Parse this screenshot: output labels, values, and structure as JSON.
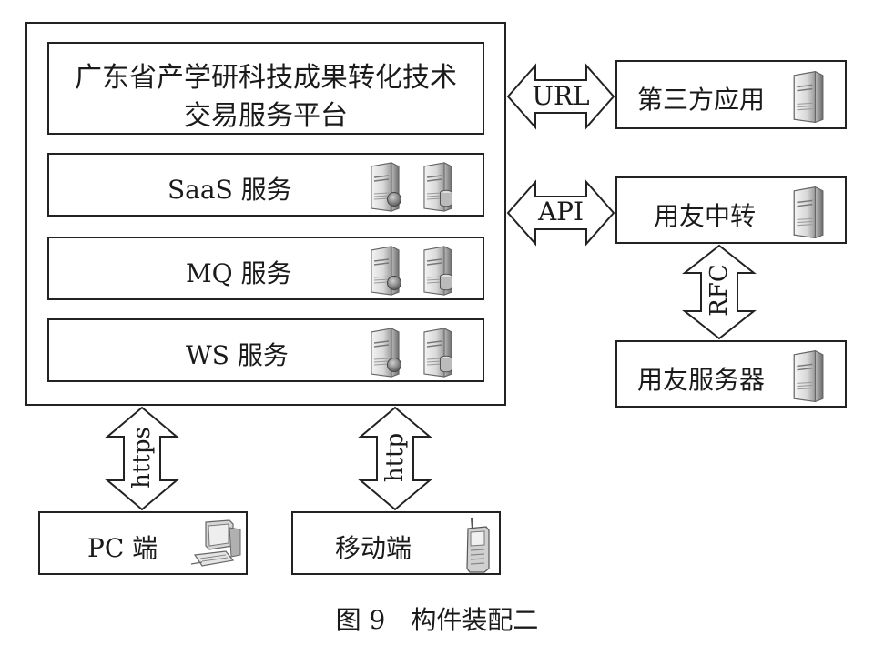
{
  "platform": {
    "title_line1": "广东省产学研科技成果转化技术",
    "title_line2": "交易服务平台",
    "services": [
      "SaaS 服务",
      "MQ 服务",
      "WS 服务"
    ]
  },
  "external": {
    "third_party": "第三方应用",
    "yonyou_relay": "用友中转",
    "yonyou_server": "用友服务器"
  },
  "clients": {
    "pc": "PC 端",
    "mobile": "移动端"
  },
  "connections": {
    "url": "URL",
    "api": "API",
    "rfc": "RFC",
    "https": "https",
    "http": "http"
  },
  "caption": "图 9　构件装配二"
}
